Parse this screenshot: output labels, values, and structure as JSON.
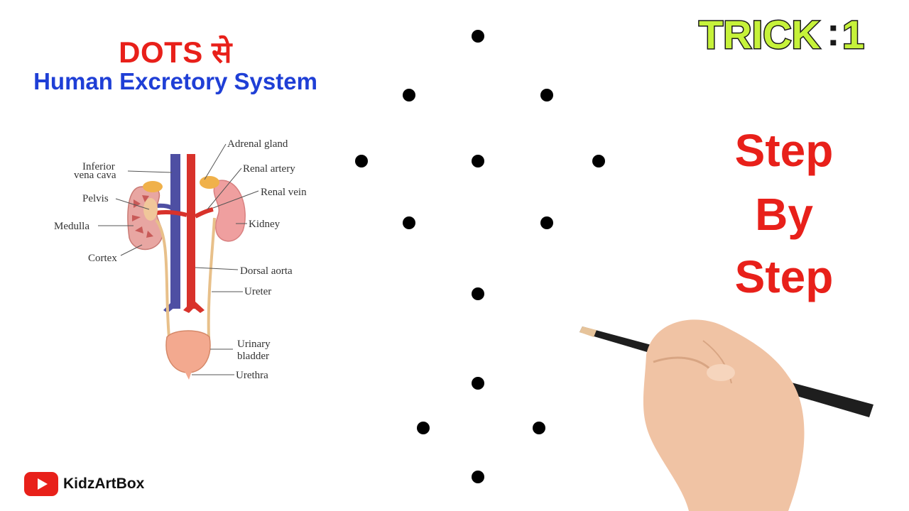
{
  "title": {
    "line1": "DOTS से",
    "line2": "Human Excretory System"
  },
  "trick": {
    "label": "TRICK",
    "separator": ":",
    "number": "1"
  },
  "step_text": [
    "Step",
    "By",
    "Step"
  ],
  "brand": {
    "name": "KidzArtBox",
    "icon": "youtube-icon"
  },
  "diagram_labels": {
    "adrenal_gland": "Adrenal gland",
    "inferior_vena_cava_1": "Inferior",
    "inferior_vena_cava_2": "vena cava",
    "renal_artery": "Renal artery",
    "renal_vein": "Renal vein",
    "pelvis": "Pelvis",
    "medulla": "Medulla",
    "kidney": "Kidney",
    "cortex": "Cortex",
    "dorsal_aorta": "Dorsal aorta",
    "ureter": "Ureter",
    "urinary_bladder_1": "Urinary",
    "urinary_bladder_2": "bladder",
    "urethra": "Urethra"
  },
  "colors": {
    "red": "#e8201a",
    "blue": "#1f3fd6",
    "trick_green": "#c6f23a"
  }
}
